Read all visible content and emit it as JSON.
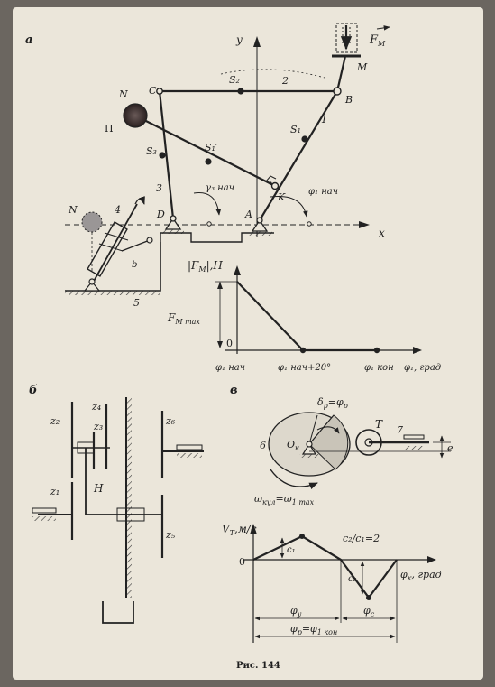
{
  "caption": "Рис. 144",
  "panel_a": {
    "label": "а",
    "axis_x": "x",
    "axis_y": "y",
    "points": {
      "A": "A",
      "B": "B",
      "C": "C",
      "D": "D",
      "K": "K",
      "M": "M",
      "N_top": "N",
      "N_left": "N",
      "P": "П"
    },
    "centers": {
      "S1": "S₁",
      "S2": "S₂",
      "S3": "S₃",
      "S1p": "S₁′"
    },
    "link_numbers": {
      "l1": "1",
      "l2": "2",
      "l3": "3",
      "l4": "4",
      "l5": "5"
    },
    "force": "F",
    "force_sub": "M",
    "gamma": "γ₃ нач",
    "phi": "φ₁ нач",
    "b_label": "b"
  },
  "force_graph": {
    "ylabel": "|F",
    "ylabel_sub": "M",
    "ylabel_tail": "|,Н",
    "fmax": "F",
    "fmax_sub": "M max",
    "zero": "0",
    "t1": "φ₁ нач",
    "t2": "φ₁ нач+20°",
    "t3": "φ₁ кон",
    "xlabel": "φ₁, град"
  },
  "panel_b": {
    "label": "б",
    "z": [
      "z₂",
      "z₄",
      "z₃",
      "z₁",
      "z₆",
      "z₅"
    ],
    "carrier": "H"
  },
  "panel_v": {
    "label": "в",
    "delta": "δ",
    "delta_sub": "р",
    "delta_eq": "=φ",
    "delta_eq_sub": "р",
    "O": "O",
    "O_sub": "к",
    "T": "T",
    "n6": "6",
    "n7": "7",
    "e": "e",
    "omega": "ω",
    "omega_sub": "кул",
    "omega_eq": "=ω",
    "omega_eq_sub": "1 max"
  },
  "vel_graph": {
    "ylabel": "V",
    "ylabel_sub": "T",
    "ylabel_tail": ",м/с",
    "ratio": "c₂/c₁=2",
    "zero": "0",
    "c1": "c₁",
    "c2": "c₂",
    "xlabel": "φ",
    "xlabel_sub": "к",
    "xlabel_tail": ", град",
    "phi_y": "φ",
    "phi_y_sub": "у",
    "phi_c": "φ",
    "phi_c_sub": "с",
    "phi_p": "φ",
    "phi_p_sub": "р",
    "phi_p_eq": "=φ",
    "phi_p_eq_sub": "1 кон"
  }
}
